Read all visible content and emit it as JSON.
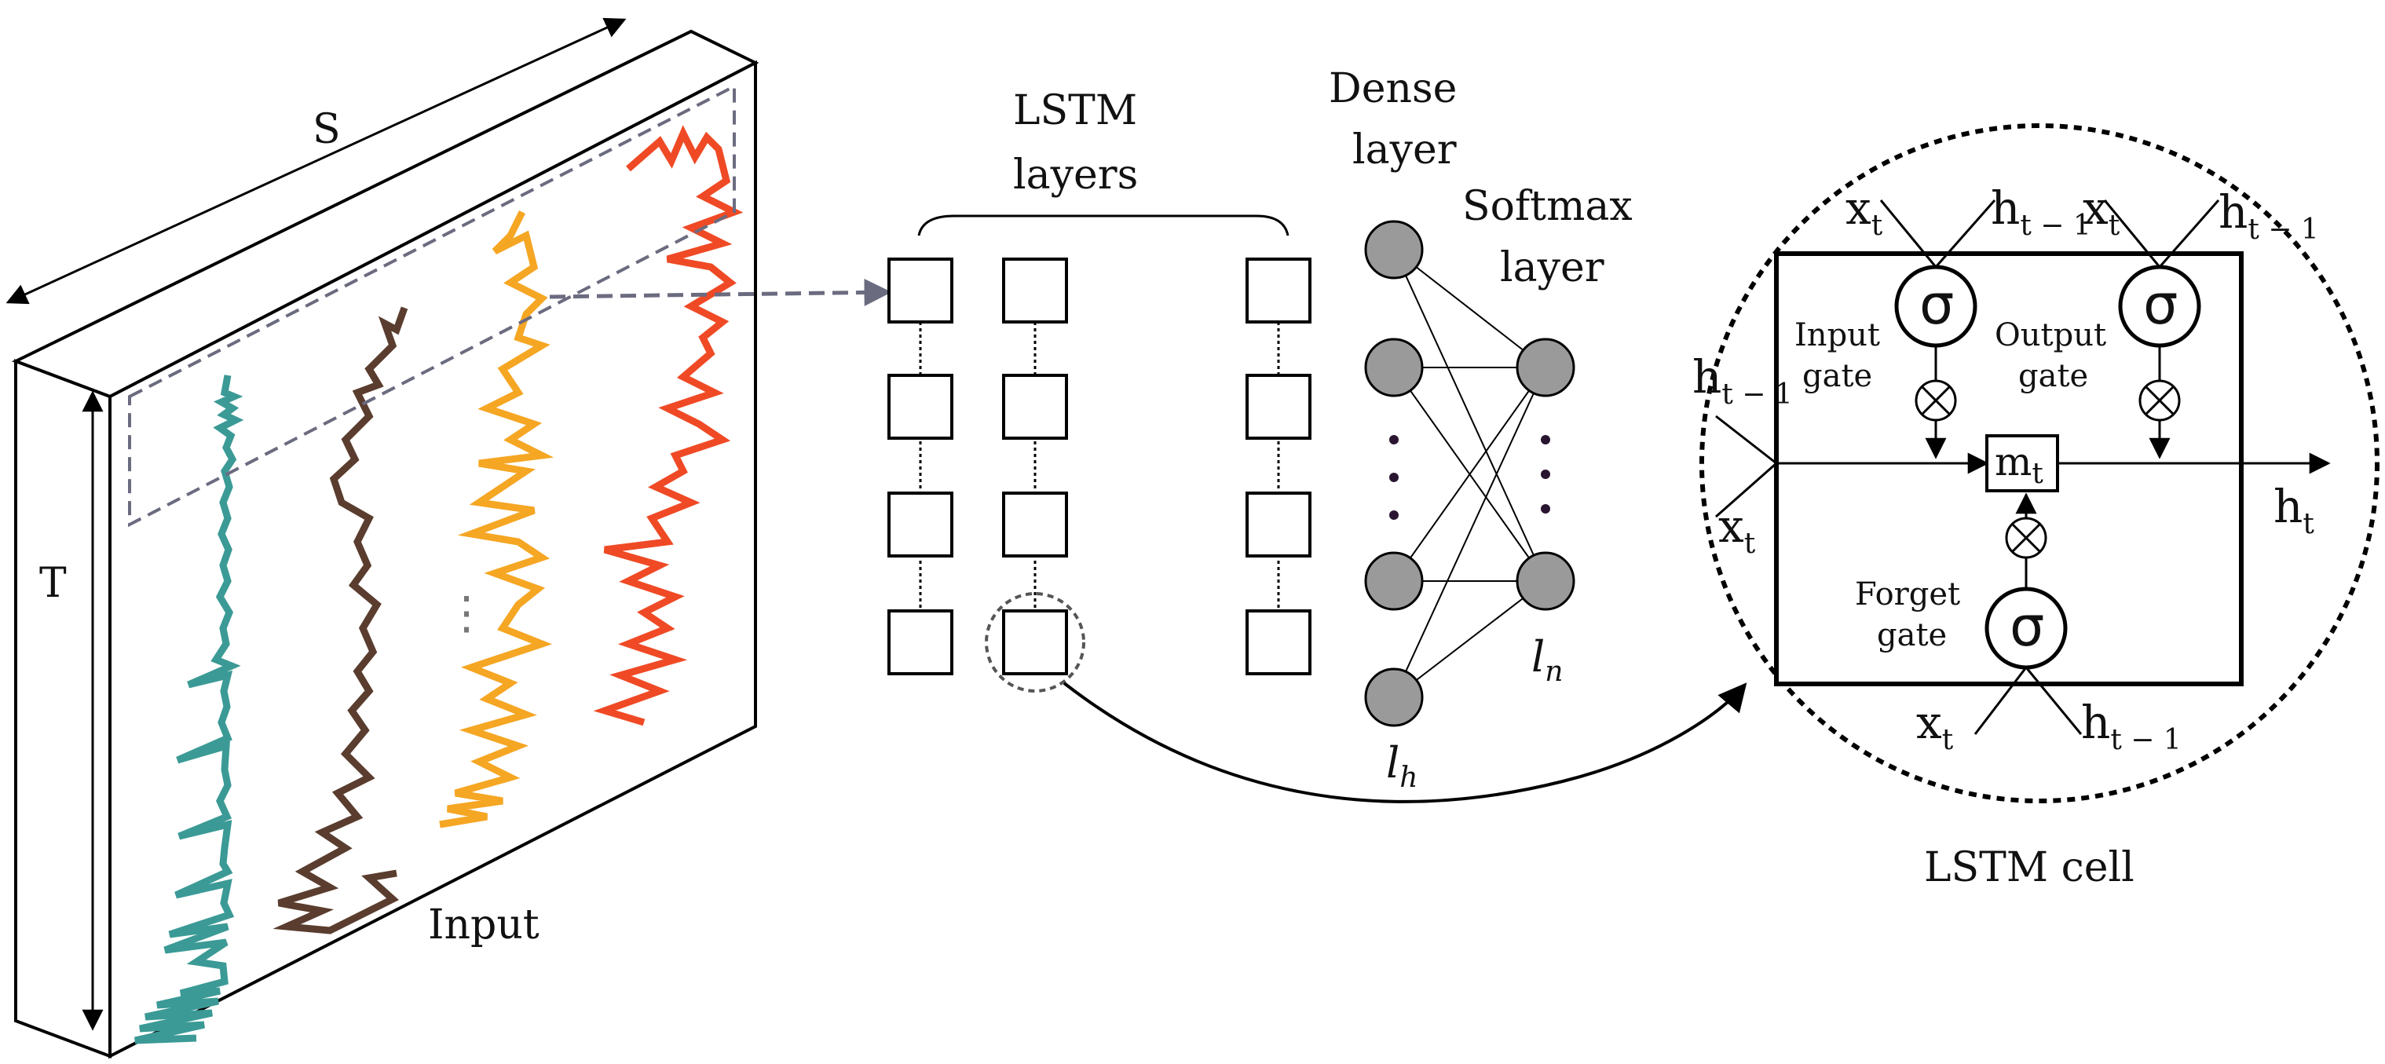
{
  "input_block": {
    "width_label": "S",
    "height_label": "T",
    "caption": "Input",
    "ellipsis": "⋮",
    "series_colors": [
      "#3b9a96",
      "#5a3d2e",
      "#f5a623",
      "#ef4a25"
    ]
  },
  "lstm_layers": {
    "title_line1": "LSTM",
    "title_line2": "layers"
  },
  "dense_layer": {
    "title_line1": "Dense",
    "title_line2": "layer",
    "size_label": "l",
    "size_subscript": "h"
  },
  "softmax_layer": {
    "title_line1": "Softmax",
    "title_line2": "layer",
    "size_label": "l",
    "size_subscript": "n"
  },
  "lstm_cell": {
    "caption": "LSTM cell",
    "sigma": "σ",
    "multiply": "⊗",
    "input_gate_line1": "Input",
    "input_gate_line2": "gate",
    "output_gate_line1": "Output",
    "output_gate_line2": "gate",
    "forget_gate_line1": "Forget",
    "forget_gate_line2": "gate",
    "memory_label": "m",
    "memory_sub": "t",
    "x": "x",
    "x_sub": "t",
    "h": "h",
    "h_prev_sub": "t − 1",
    "h_out_sub": "t"
  },
  "colors": {
    "node_fill": "#9a9a9a",
    "dashed_arrow": "#6b6b80",
    "line": "#000000"
  }
}
